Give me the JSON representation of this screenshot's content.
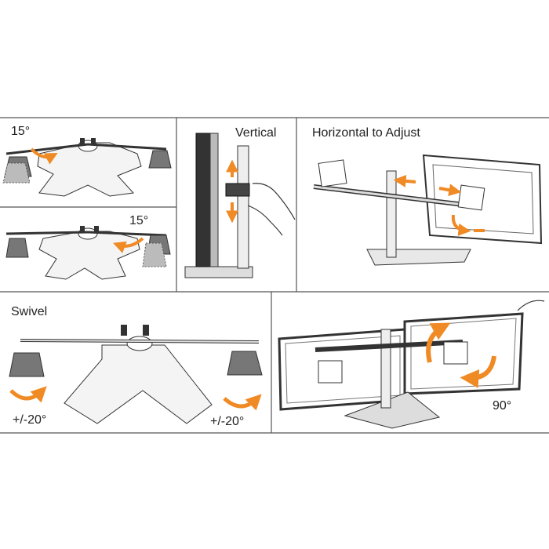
{
  "labels": {
    "tilt_top": "15°",
    "tilt_bottom": "15°",
    "vertical": "Vertical",
    "horizontal": "Horizontal to Adjust",
    "swivel": "Swivel",
    "swivel_left": "+/-20°",
    "swivel_right": "+/-20°",
    "rotate": "90°"
  },
  "colors": {
    "arrow": "#f08a24",
    "line": "#222222",
    "frame": "#555555",
    "fill_light": "#f4f4f4",
    "fill_mid": "#cfcfcf",
    "fill_dark": "#444444"
  }
}
